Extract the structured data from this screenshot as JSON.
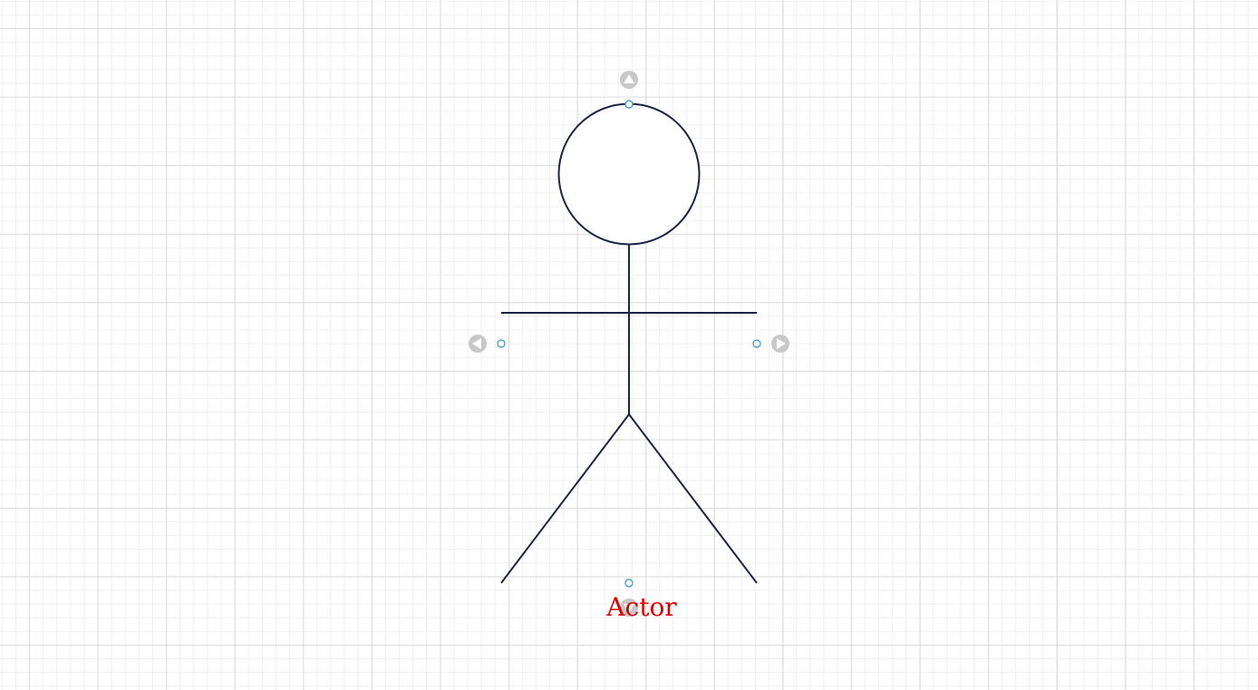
{
  "shape": {
    "type": "uml-actor",
    "label": "Actor",
    "label_color": "#e00000",
    "stroke_color": "#1b2446",
    "fill_color": "#ffffff"
  },
  "canvas": {
    "grid_major_color": "#dcdcdc",
    "grid_minor_color": "#efefef",
    "background": "#ffffff"
  },
  "handles": {
    "connection_point_color": "#2f8fd8",
    "direction_arrow_color": "#c8c8c8",
    "direction_arrows": [
      "up-arrow",
      "left-arrow",
      "right-arrow",
      "down-arrow"
    ]
  }
}
